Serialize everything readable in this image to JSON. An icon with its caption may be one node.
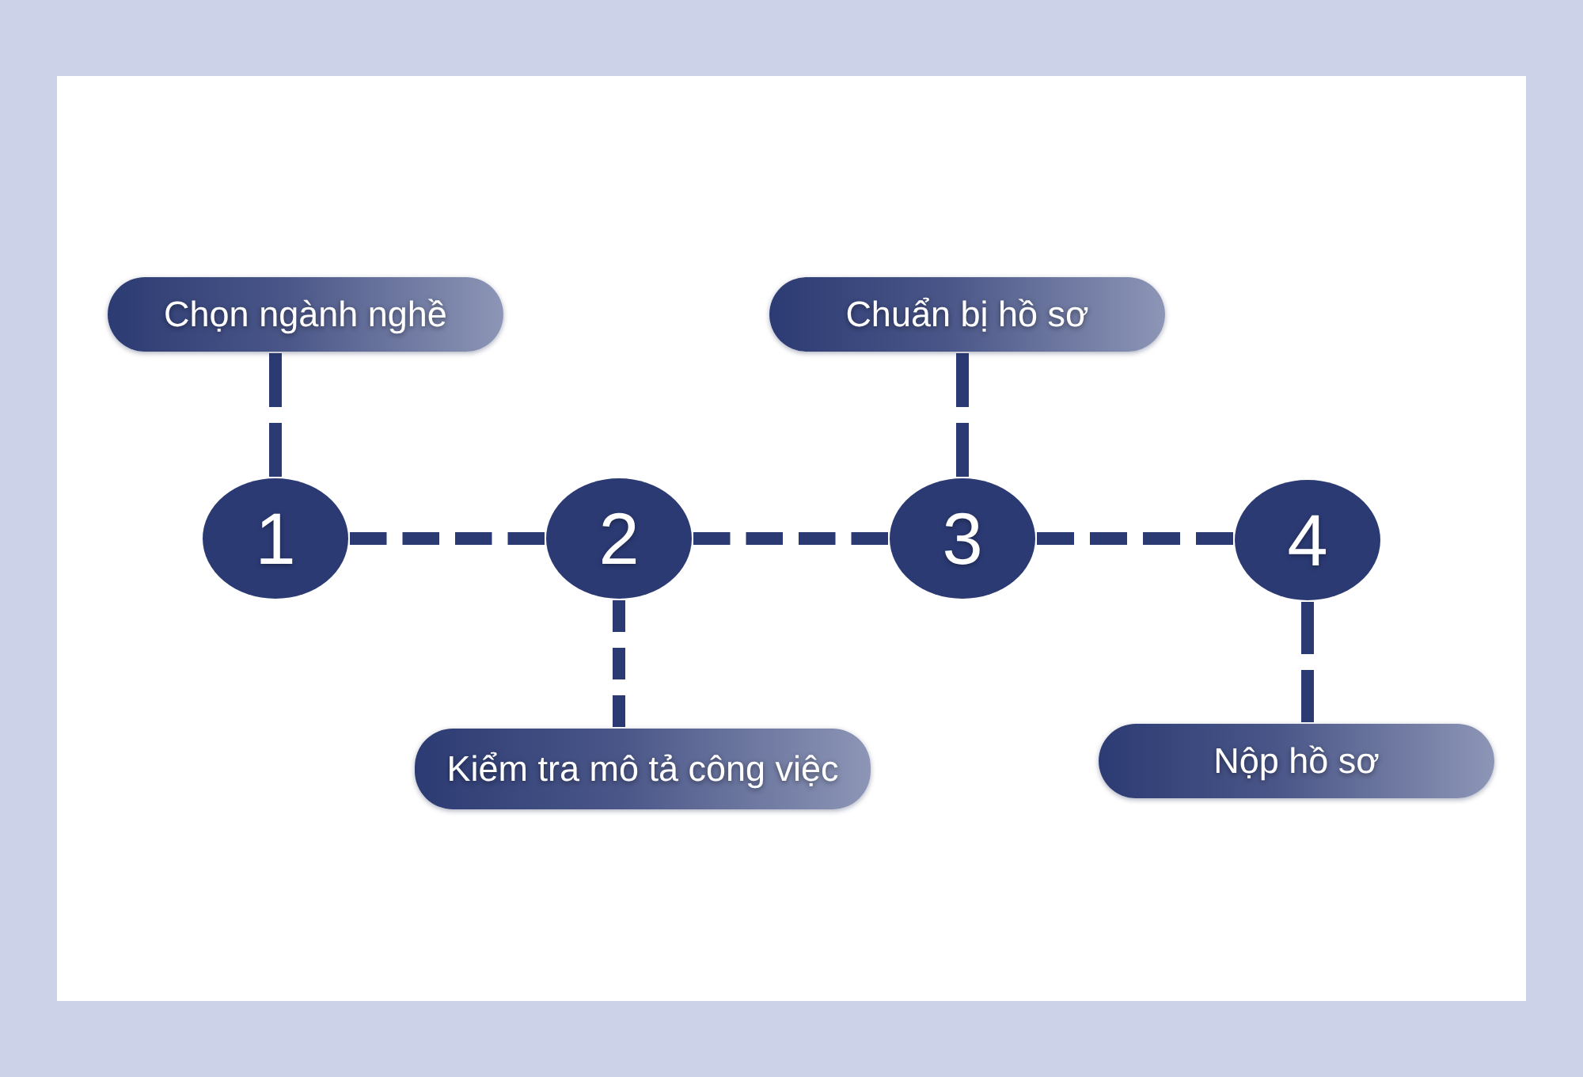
{
  "diagram": {
    "nodes": [
      {
        "text": [
          "Chọn ngành nghề"
        ]
      },
      {
        "text": [
          "Chuẩn bị hồ sơ"
        ]
      },
      {
        "text": [
          "1"
        ]
      },
      {
        "text": [
          "2"
        ]
      },
      {
        "text": [
          "3"
        ]
      },
      {
        "text": [
          "4"
        ]
      },
      {
        "text": [
          "Kiểm tra mô tả công việc"
        ]
      },
      {
        "text": [
          "Nộp hồ sơ"
        ]
      }
    ],
    "edges": [
      {
        "from": 2,
        "to": 3,
        "arrow": "none",
        "style": "dashed"
      },
      {
        "from": 3,
        "to": 4,
        "arrow": "none",
        "style": "dashed"
      },
      {
        "from": 4,
        "to": 5,
        "arrow": "none",
        "style": "dashed"
      },
      {
        "from": 0,
        "to": 2,
        "arrow": "none",
        "style": "dashed"
      },
      {
        "from": 3,
        "to": 6,
        "arrow": "none",
        "style": "dashed"
      },
      {
        "from": 1,
        "to": 4,
        "arrow": "none",
        "style": "dashed"
      },
      {
        "from": 5,
        "to": 7,
        "arrow": "none",
        "style": "dashed"
      }
    ]
  }
}
